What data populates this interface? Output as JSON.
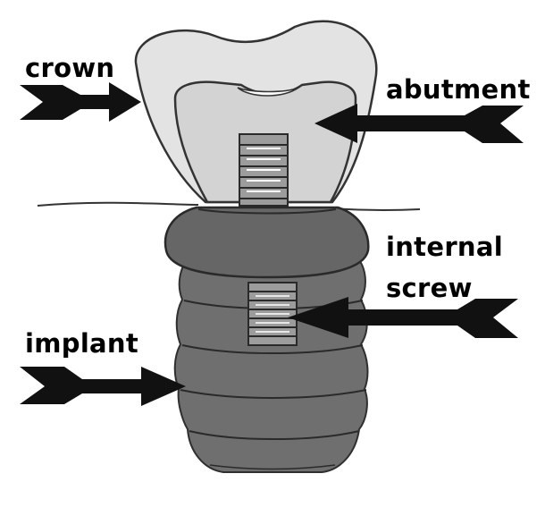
{
  "diagram": {
    "labels": {
      "crown": "crown",
      "abutment": "abutment",
      "internal_screw_line1": "internal",
      "internal_screw_line2": "screw",
      "implant": "implant"
    },
    "colors": {
      "background": "#ffffff",
      "crown": "#e3e3e3",
      "abutment": "#d3d3d3",
      "implant": "#6f6f6f",
      "collar": "#666666",
      "screw": "#9c9c9c",
      "outline": "#333333",
      "arrow": "#111111"
    }
  }
}
